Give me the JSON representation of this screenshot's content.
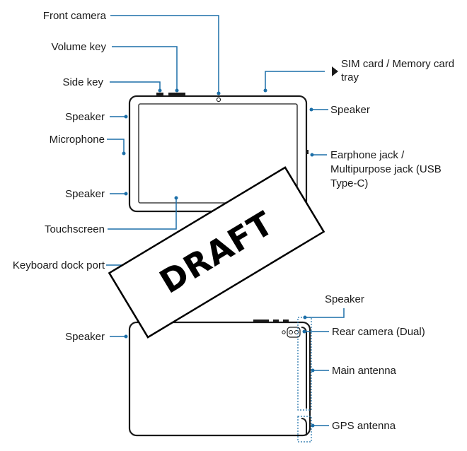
{
  "labels": {
    "front_camera": "Front camera",
    "volume_key": "Volume key",
    "side_key": "Side key",
    "speaker_left_top": "Speaker",
    "microphone": "Microphone",
    "speaker_left_bottom": "Speaker",
    "touchscreen": "Touchscreen",
    "keyboard_dock_port": "Keyboard dock port",
    "sim_tray_line1": "SIM card / Memory card",
    "sim_tray_line2": "tray",
    "speaker_right": "Speaker",
    "earphone_line1": "Earphone jack /",
    "earphone_line2": "Multipurpose jack (USB",
    "earphone_line3": "Type-C)",
    "speaker_back_top": "Speaker",
    "speaker_back_left": "Speaker",
    "rear_camera": "Rear camera (Dual)",
    "main_antenna": "Main antenna",
    "gps_antenna": "GPS antenna"
  },
  "watermark": "DRAFT",
  "colors": {
    "leader": "#1c6fa8",
    "outline": "#1a1a1a"
  }
}
